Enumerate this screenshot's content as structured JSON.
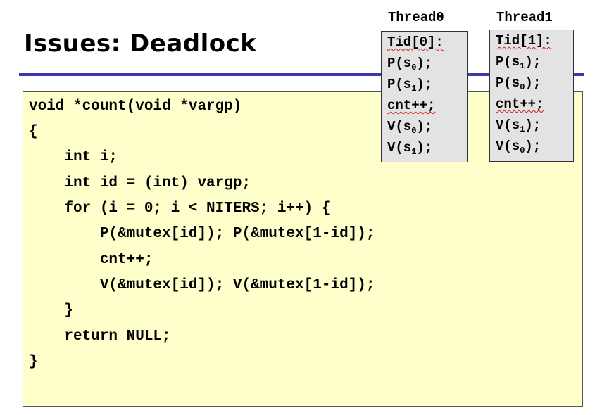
{
  "slide": {
    "title": "Issues: Deadlock"
  },
  "code": [
    "void *count(void *vargp)",
    "{",
    "    int i;",
    "    int id = (int) vargp;",
    "    for (i = 0; i < NITERS; i++) {",
    "        P(&mutex[id]); P(&mutex[1-id]);",
    "        cnt++;",
    "        V(&mutex[id]); V(&mutex[1-id]);",
    "    }",
    "    return NULL;",
    "}"
  ],
  "threads": [
    {
      "label": "Thread0",
      "tid": "Tid[0]:",
      "ops": [
        {
          "pre": "P(s",
          "sub": "0",
          "post": ");"
        },
        {
          "pre": "P(s",
          "sub": "1",
          "post": ");"
        },
        {
          "pre": "cnt++;",
          "sub": "",
          "post": ""
        },
        {
          "pre": "V(s",
          "sub": "0",
          "post": ");"
        },
        {
          "pre": "V(s",
          "sub": "1",
          "post": ");"
        }
      ]
    },
    {
      "label": "Thread1",
      "tid": "Tid[1]:",
      "ops": [
        {
          "pre": "P(s",
          "sub": "1",
          "post": ");"
        },
        {
          "pre": "P(s",
          "sub": "0",
          "post": ");"
        },
        {
          "pre": "cnt++;",
          "sub": "",
          "post": ""
        },
        {
          "pre": "V(s",
          "sub": "1",
          "post": ");"
        },
        {
          "pre": "V(s",
          "sub": "0",
          "post": ");"
        }
      ]
    }
  ]
}
